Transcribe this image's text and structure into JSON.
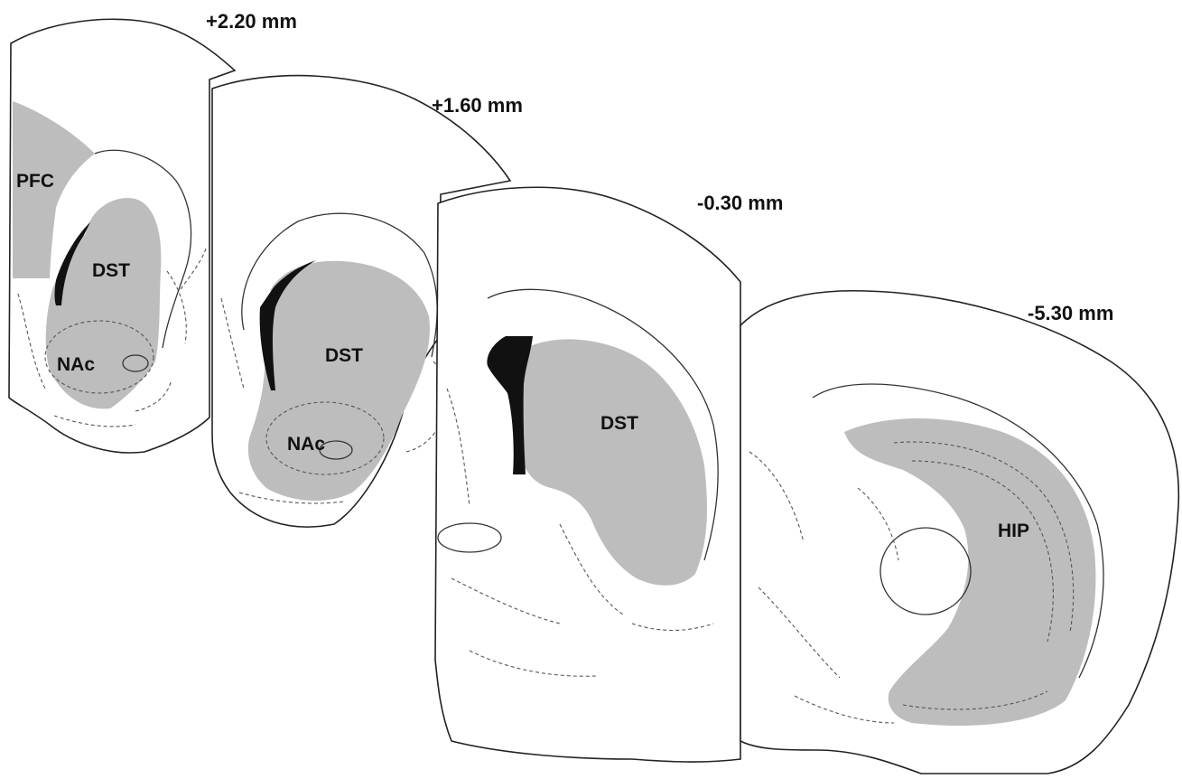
{
  "sections": [
    {
      "depth": "+2.20 mm",
      "regions": [
        "PFC",
        "DST",
        "NAc"
      ]
    },
    {
      "depth": "+1.60 mm",
      "regions": [
        "DST",
        "NAc"
      ]
    },
    {
      "depth": "-0.30 mm",
      "regions": [
        "DST"
      ]
    },
    {
      "depth": "-5.30 mm",
      "regions": [
        "HIP"
      ]
    }
  ],
  "colors": {
    "region_fill": "#bdbdbd",
    "ventricle_fill": "#111111",
    "outline": "#222222"
  }
}
